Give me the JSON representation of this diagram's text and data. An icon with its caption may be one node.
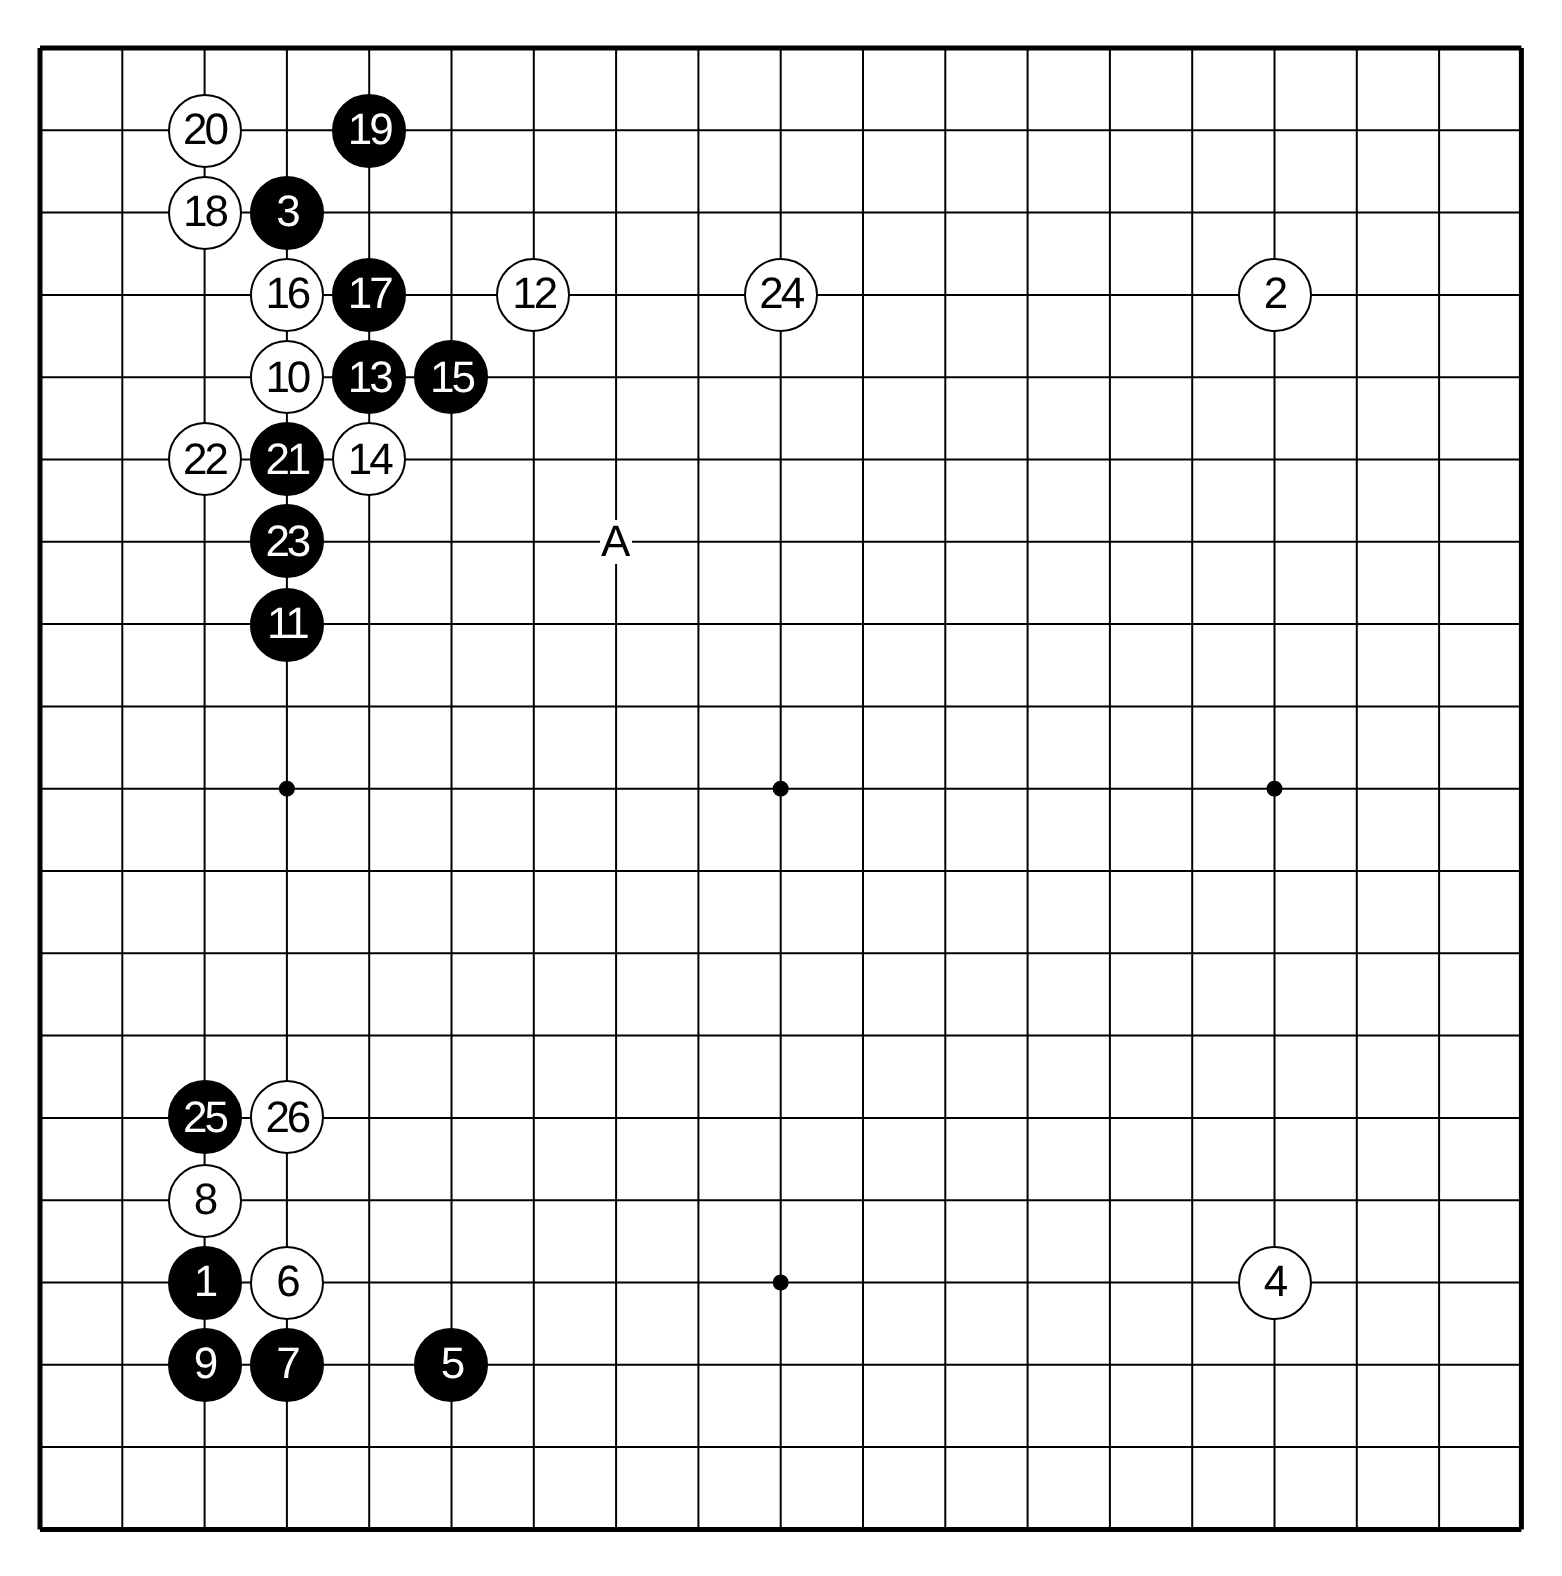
{
  "diagram": {
    "nodes": [
      {
        "text": [
          "20"
        ]
      },
      {
        "text": [
          "19"
        ]
      },
      {
        "text": [
          "18"
        ]
      },
      {
        "text": [
          "3"
        ]
      },
      {
        "text": [
          "16"
        ]
      },
      {
        "text": [
          "17"
        ]
      },
      {
        "text": [
          "12"
        ]
      },
      {
        "text": [
          "24"
        ]
      },
      {
        "text": [
          "2"
        ]
      },
      {
        "text": [
          "10"
        ]
      },
      {
        "text": [
          "13"
        ]
      },
      {
        "text": [
          "15"
        ]
      },
      {
        "text": [
          "22"
        ]
      },
      {
        "text": [
          "21"
        ]
      },
      {
        "text": [
          "14"
        ]
      },
      {
        "text": [
          "23"
        ]
      },
      {
        "text": [
          "11"
        ]
      },
      {
        "text": [
          "25"
        ]
      },
      {
        "text": [
          "26"
        ]
      },
      {
        "text": [
          "8"
        ]
      },
      {
        "text": [
          "1"
        ]
      },
      {
        "text": [
          "6"
        ]
      },
      {
        "text": [
          "4"
        ]
      },
      {
        "text": [
          "9"
        ]
      },
      {
        "text": [
          "7"
        ]
      },
      {
        "text": [
          "5"
        ]
      }
    ],
    "labels": [
      "A"
    ]
  }
}
